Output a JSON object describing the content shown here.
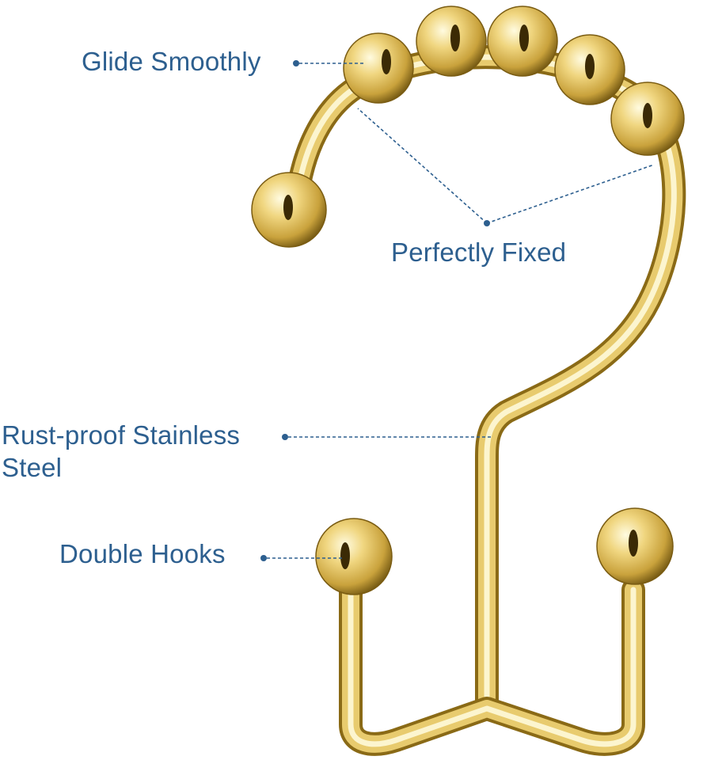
{
  "callouts": {
    "glide": "Glide Smoothly",
    "fixed": "Perfectly Fixed",
    "rust_line1": "Rust-proof Stainless",
    "rust_line2": "Steel",
    "hooks": "Double Hooks"
  },
  "colors": {
    "label_text": "#2d5f8f",
    "leader_line": "#2d5f8f",
    "metal_light": "#fbf3bf",
    "metal_mid": "#e6c76a",
    "metal_dark": "#9a7a1e",
    "background": "#ffffff"
  },
  "product": {
    "subject": "gold shower curtain hook with roller balls and double hooks"
  }
}
